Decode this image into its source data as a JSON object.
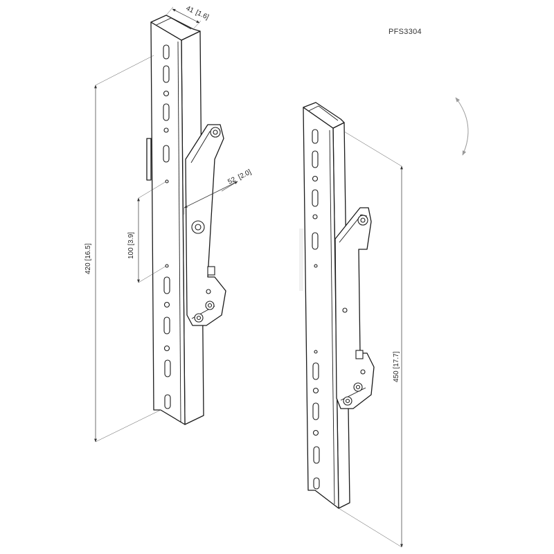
{
  "product_code": "PFS3304",
  "dimensions": {
    "depth": {
      "metric": "41",
      "imperial": "1.6"
    },
    "offset": {
      "metric": "52",
      "imperial": "2.0"
    },
    "spacing": {
      "metric": "100",
      "imperial": "3.9"
    },
    "left_height": {
      "metric": "420",
      "imperial": "16.5"
    },
    "right_height": {
      "metric": "450",
      "imperial": "17.7"
    }
  },
  "icons": {
    "rotation": "tilt-arrow-icon"
  },
  "colors": {
    "line": "#1a1a1a",
    "rotation_arrow": "#9a9a9a"
  }
}
